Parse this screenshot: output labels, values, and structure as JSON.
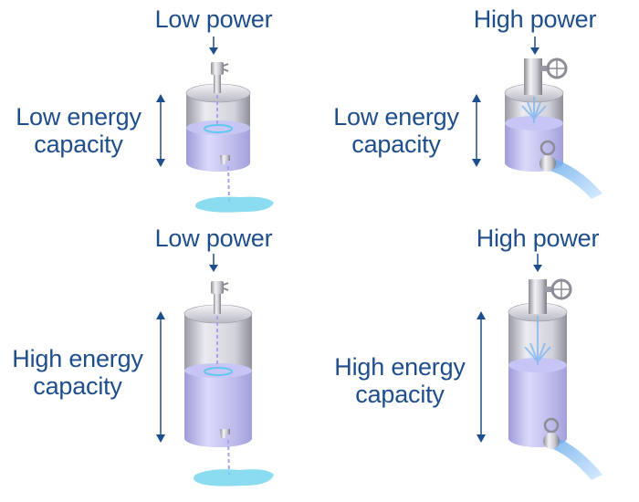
{
  "colors": {
    "text": "#1f4e8c",
    "water": "#b9b6f2",
    "spill": "#6fd3ee",
    "jet": "#7fb8f0"
  },
  "panels": [
    {
      "power": "Low power",
      "capacity": [
        "Low energy",
        "capacity"
      ]
    },
    {
      "power": "High power",
      "capacity": [
        "Low energy",
        "capacity"
      ]
    },
    {
      "power": "Low power",
      "capacity": [
        "High energy",
        "capacity"
      ]
    },
    {
      "power": "High power",
      "capacity": [
        "High energy",
        "capacity"
      ]
    }
  ]
}
